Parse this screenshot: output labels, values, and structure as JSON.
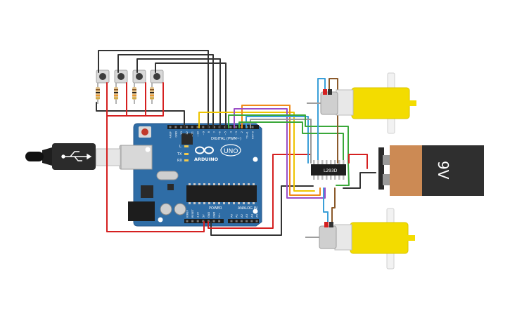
{
  "arduino": {
    "brand": "ARDUINO",
    "model": "UNO",
    "header_digital": "DIGITAL (PWM~)",
    "header_power": "POWER",
    "header_analog": "ANALOG IN",
    "led_l": "L",
    "led_tx": "TX",
    "led_rx": "RX",
    "top_pins": [
      "AREF",
      "GND",
      "13",
      "12",
      "~11",
      "~10",
      "~9",
      "8",
      "7",
      "~6",
      "~5",
      "4",
      "~3",
      "2",
      "TX→1",
      "RX←0"
    ],
    "power_pins": [
      "IOREF",
      "RESET",
      "3.3V",
      "5V",
      "GND",
      "GND",
      "Vin"
    ],
    "analog_pins": [
      "A0",
      "A1",
      "A2",
      "A3",
      "A4",
      "A5"
    ]
  },
  "driver_chip": {
    "label": "L293D"
  },
  "battery": {
    "label": "9V"
  },
  "components": {
    "buttons": 4,
    "motors": 2
  },
  "colors": {
    "board": "#2f6da6",
    "motor": "#f3dc00",
    "battery_body": "#cc8a54",
    "battery_cap": "#2f2f2f",
    "wire_red": "#d52020",
    "wire_black": "#333333",
    "wire_yellow": "#eec400",
    "wire_orange": "#f08a18",
    "wire_green": "#3aa83a",
    "wire_blue": "#3b9fd8",
    "wire_brown": "#8b5a2b",
    "wire_purple": "#9b4ec6",
    "wire_gray": "#9a9a9a"
  }
}
